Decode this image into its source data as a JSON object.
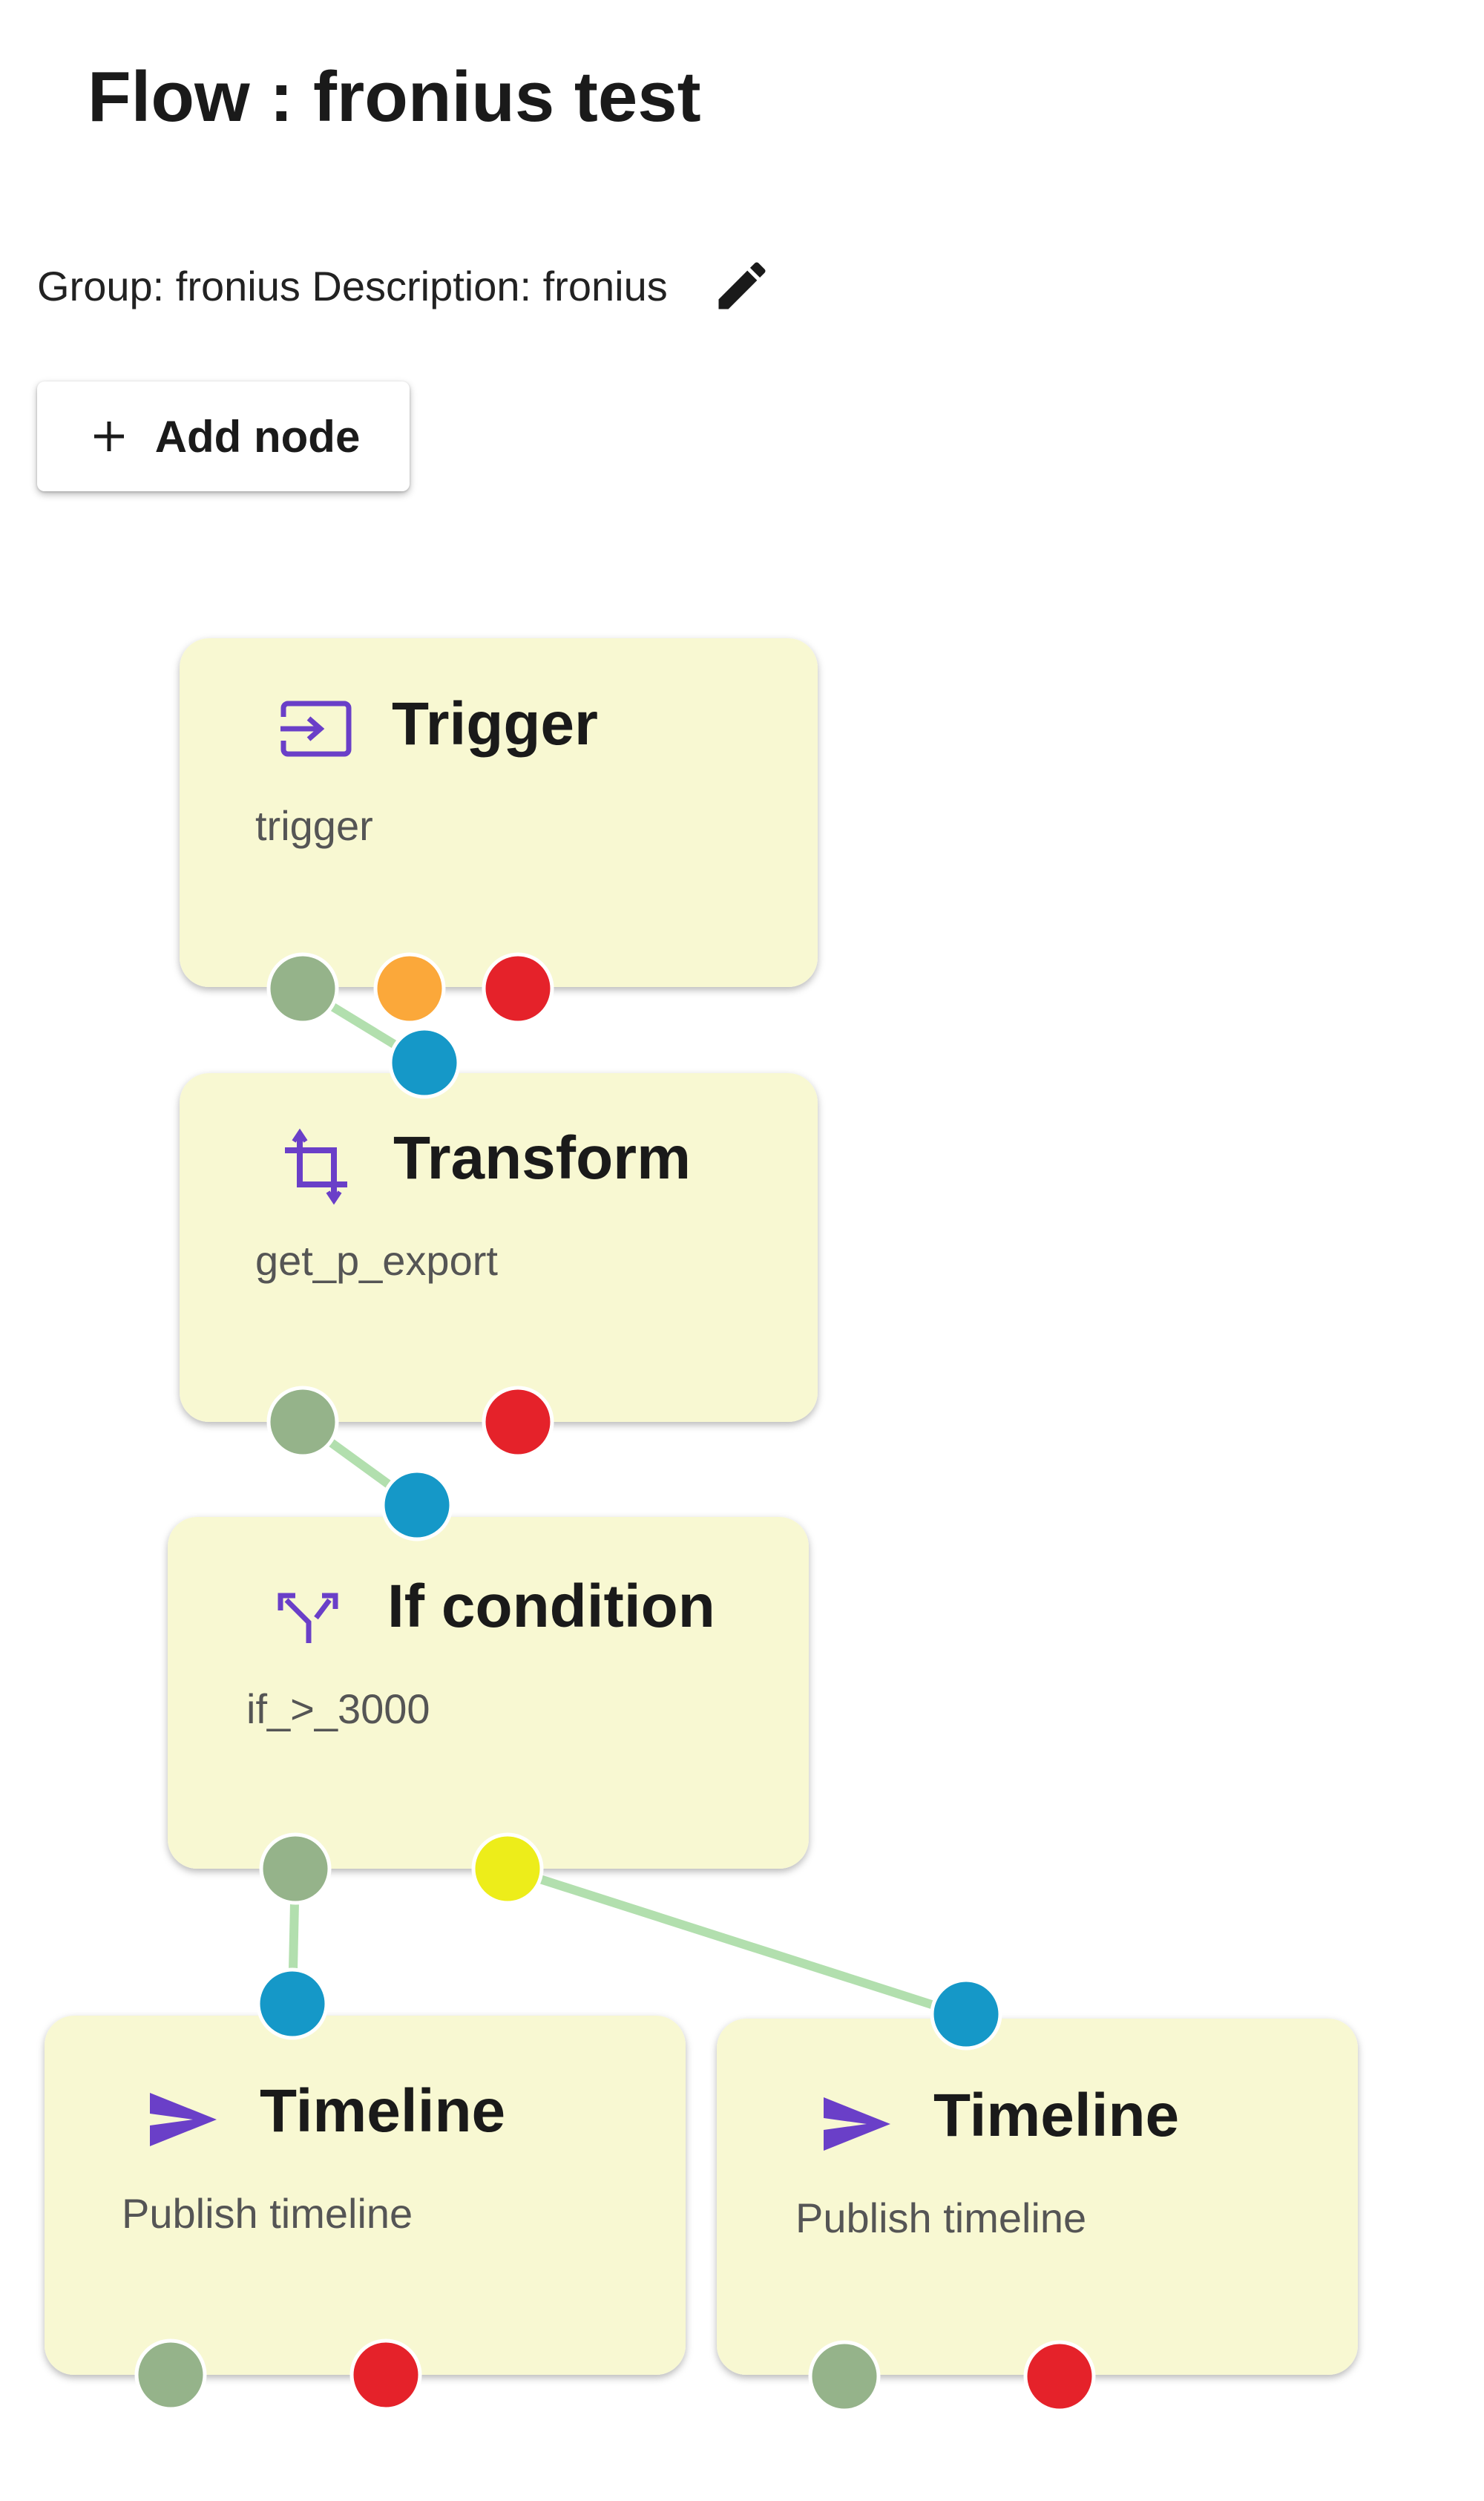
{
  "flow": {
    "title": "Flow : fronius test",
    "meta": "Group: fronius Description: fronius"
  },
  "toolbar": {
    "add_node_label": "Add node"
  },
  "nodes": [
    {
      "id": "trigger",
      "icon": "trigger-input-icon",
      "title": "Trigger",
      "subtitle": "trigger"
    },
    {
      "id": "transform",
      "icon": "crop-transform-icon",
      "title": "Transform",
      "subtitle": "get_p_export"
    },
    {
      "id": "if",
      "icon": "merge-condition-icon",
      "title": "If condition",
      "subtitle": "if_>_3000"
    },
    {
      "id": "timeline1",
      "icon": "send-icon",
      "title": "Timeline",
      "subtitle": "Publish timeline"
    },
    {
      "id": "timeline2",
      "icon": "send-icon",
      "title": "Timeline",
      "subtitle": "Publish timeline"
    }
  ],
  "colors": {
    "node_bg": "#f8f8d2",
    "icon": "#6a3fc8",
    "edge": "#b2dfae",
    "port_input": "#1598c8",
    "port_success": "#95b38a",
    "port_warning": "#fba83a",
    "port_error": "#e5222a",
    "port_condition_true": "#eded1a"
  },
  "edges": [
    {
      "from": "trigger.success",
      "to": "transform.input"
    },
    {
      "from": "transform.success",
      "to": "if.input"
    },
    {
      "from": "if.success",
      "to": "timeline1.input"
    },
    {
      "from": "if.true",
      "to": "timeline2.input"
    }
  ]
}
